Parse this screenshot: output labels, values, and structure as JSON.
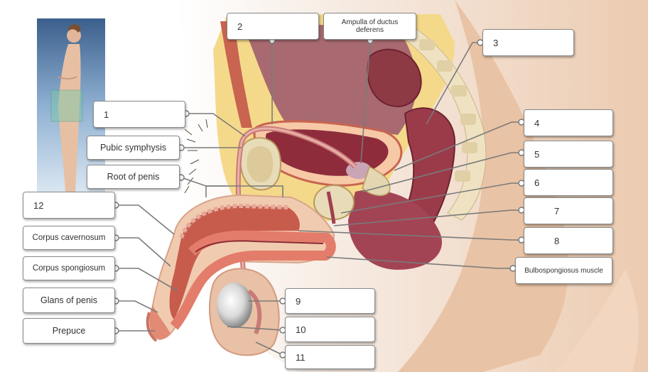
{
  "labels": {
    "l1": "1",
    "l2": "2",
    "l3": "3",
    "l4": "4",
    "l5": "5",
    "l6": "6",
    "l7": "7",
    "l8": "8",
    "l9": "9",
    "l10": "10",
    "l11": "11",
    "l12": "12",
    "ampulla": "Ampulla of ductus deferens",
    "pubic_symphysis": "Pubic symphysis",
    "root_of_penis": "Root of penis",
    "corpus_cavernosum": "Corpus cavernosum",
    "corpus_spongiosum": "Corpus spongiosum",
    "glans_of_penis": "Glans of penis",
    "prepuce": "Prepuce",
    "bulbospongiosus": "Bulbospongiosus muscle"
  },
  "colors": {
    "label_border": "#8a8a8a",
    "leader_line": "#7a7a7a",
    "skin": "#f1d2b8",
    "fat": "#f5d98a",
    "muscle": "#c85c4c",
    "bladder": "#b0485a",
    "bone": "#e8dcb8"
  }
}
